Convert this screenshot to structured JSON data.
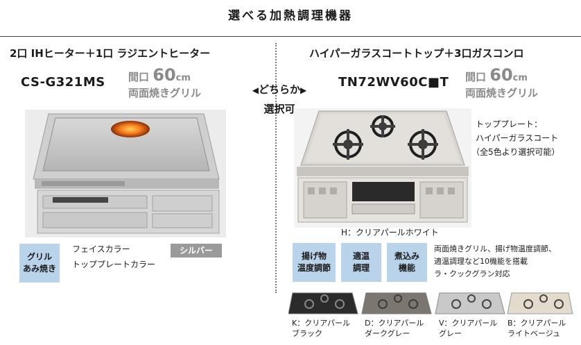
{
  "title": "選べる加熱調理機器",
  "left": {
    "heading": "2口 IHヒーター＋1口 ラジエントヒーター",
    "model": "CS-G321MS",
    "width_label": "間口",
    "width_value": "60",
    "width_unit": "cm",
    "grill": "両面焼きグリル",
    "badge_line1": "グリル",
    "badge_line2": "あみ焼き",
    "face_color_label": "フェイスカラー",
    "top_color_label": "トッププレートカラー",
    "color_value": "シルバー"
  },
  "center": {
    "choose": "どちらか",
    "arrow_left": "◀",
    "arrow_right": "▶",
    "select": "選択可"
  },
  "right": {
    "heading": "ハイパーガラスコートトップ＋3口ガスコンロ",
    "model": "TN72WV60C■T",
    "width_label": "間口",
    "width_value": "60",
    "width_unit": "cm",
    "grill": "両面焼きグリル",
    "plate_line1": "トッププレート：",
    "plate_line2": "ハイパーガラスコート",
    "plate_line3": "（全5色より選択可能）",
    "color_h": "H：クリアパールホワイト",
    "features": [
      {
        "line1": "揚げ物",
        "line2": "温度調節"
      },
      {
        "line1": "適温",
        "line2": "調理"
      },
      {
        "line1": "煮込み",
        "line2": "機能"
      }
    ],
    "feature_desc1": "両面焼きグリル、揚げ物温度調節、",
    "feature_desc2": "適温調理など10機能を搭載",
    "feature_desc3": "ラ・クックグラン対応",
    "swatches": [
      {
        "line1": "K：クリアパール",
        "line2": "ブラック",
        "color": "#2b2b2b"
      },
      {
        "line1": "D：クリアパール",
        "line2": "ダークグレー",
        "color": "#7b7670"
      },
      {
        "line1": "V：クリアパール",
        "line2": "グレー",
        "color": "#c9c9c9"
      },
      {
        "line1": "B：クリアパール",
        "line2": "ライトベージュ",
        "color": "#e3dccd"
      }
    ]
  },
  "colors": {
    "badge_blue": "#b9d3ea",
    "silver_badge": "#9a9a9a",
    "hot_ring": "#f47a1a"
  }
}
